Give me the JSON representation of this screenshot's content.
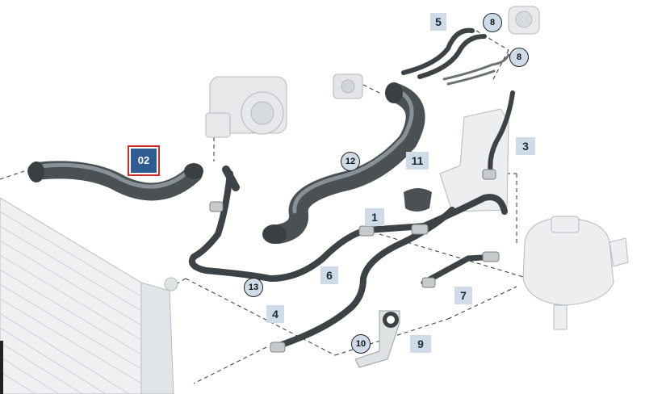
{
  "selected_part": "02",
  "callouts": {
    "p1": "1",
    "p3": "3",
    "p4": "4",
    "p5": "5",
    "p6": "6",
    "p7": "7",
    "p9": "9",
    "p11": "11",
    "c8a": "8",
    "c8b": "8",
    "c10": "10",
    "c12": "12",
    "c13": "13"
  },
  "colors": {
    "hose": "#4a5054",
    "hose_highlight": "#8a9196",
    "ghost_part": "#c9cccf",
    "label_bg": "#cfdbe8",
    "selected_fill": "#2f5d93",
    "selected_border": "#d12a2a"
  }
}
